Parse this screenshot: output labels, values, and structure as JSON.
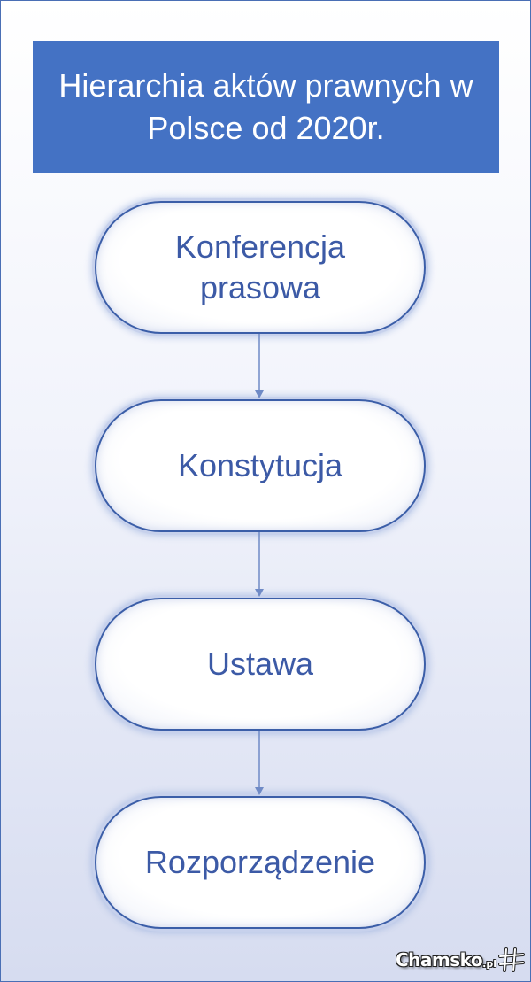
{
  "diagram": {
    "title": "Hierarchia aktów prawnych w Polsce od 2020r.",
    "nodes": [
      {
        "label": "Konferencja prasowa"
      },
      {
        "label": "Konstytucja"
      },
      {
        "label": "Ustawa"
      },
      {
        "label": "Rozporządzenie"
      }
    ]
  },
  "watermark": {
    "name": "Chamsko",
    "tld": ".pl",
    "icon": "grid-logo-icon"
  },
  "colors": {
    "title_bg": "#4472c4",
    "title_text": "#ffffff",
    "node_text": "#3c5aa6",
    "node_border": "#3b5ea8",
    "arrow": "#6f8ac6"
  }
}
